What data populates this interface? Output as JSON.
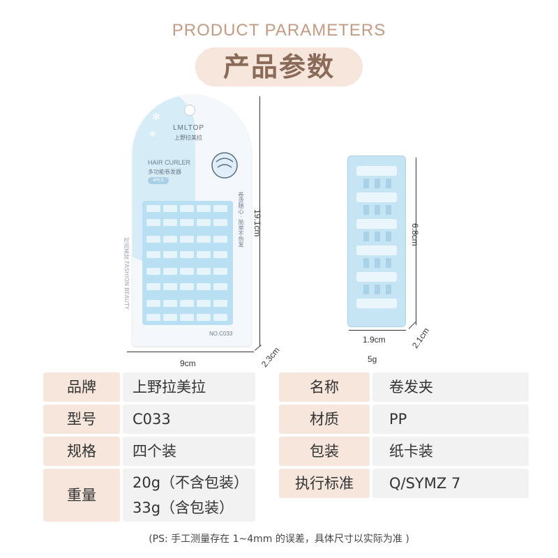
{
  "header": {
    "title_en": "PRODUCT PARAMETERS",
    "title_cn": "产品参数"
  },
  "package": {
    "brand_en": "LMLTOP",
    "brand_cn": "上野拉美拉",
    "product_en": "HAIR CURLER",
    "product_cn": "多功能卷发器",
    "count_badge": "4PCS",
    "side_text_left": "时尚美妆 FASHION BEAUTY",
    "side_text_right": "卷烫随心 · 简单不伤发",
    "model": "NO.C033"
  },
  "dimensions": {
    "package_height": "19.1cm",
    "package_width": "9cm",
    "package_depth": "2.3cm",
    "curler_height": "6.8cm",
    "curler_width": "1.9cm",
    "curler_depth": "2.1cm",
    "curler_weight": "5g"
  },
  "specs_left": [
    {
      "label": "品牌",
      "value": "上野拉美拉"
    },
    {
      "label": "型号",
      "value": "C033"
    },
    {
      "label": "规格",
      "value": "四个装"
    },
    {
      "label": "重量",
      "value": "20g（不含包装）",
      "value2": "33g（含包装）"
    }
  ],
  "specs_right": [
    {
      "label": "名称",
      "value": "卷发夹"
    },
    {
      "label": "材质",
      "value": "PP"
    },
    {
      "label": "包装",
      "value": "纸卡装"
    },
    {
      "label": "执行标准",
      "value": "Q/SYMZ 7"
    }
  ],
  "footnote": "(PS: 手工测量存在 1~4mm 的误差，具体尺寸以实际为准 )",
  "colors": {
    "accent_text": "#c49a82",
    "label_bg": "#f6e6dc",
    "value_bg": "#f2f2f2",
    "curler_blue": "#c5e4f4"
  }
}
